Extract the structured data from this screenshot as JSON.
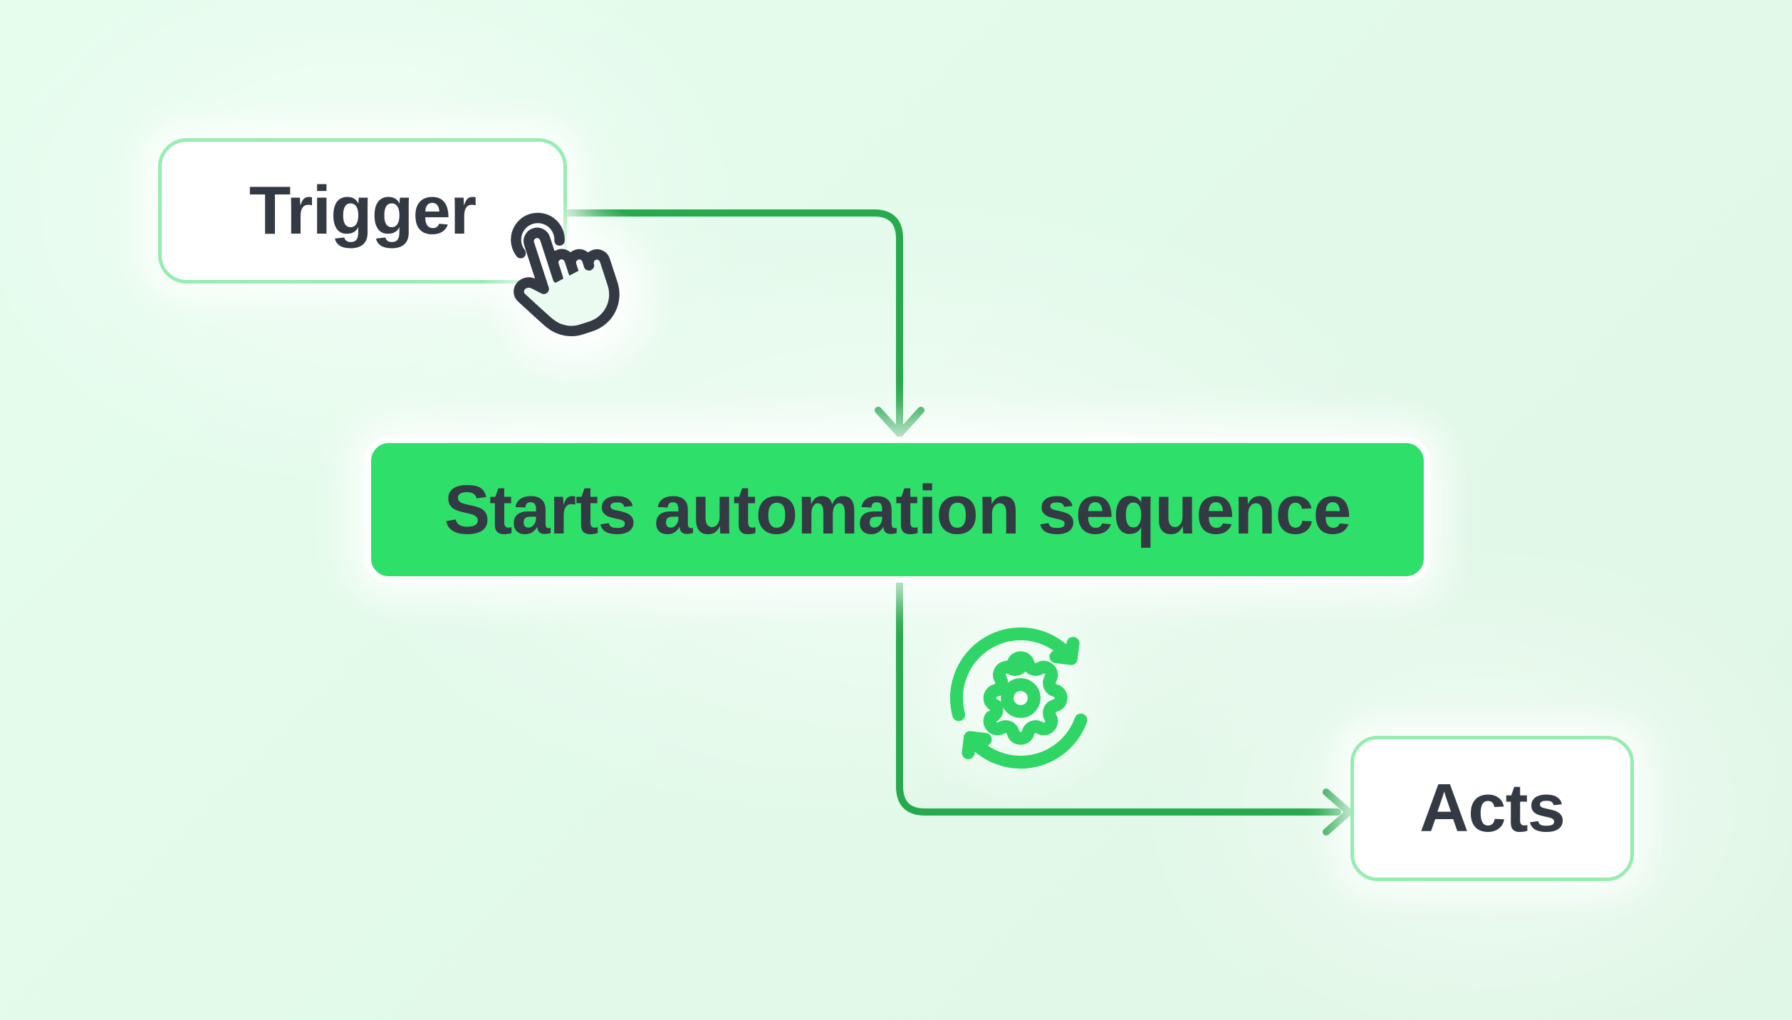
{
  "colors": {
    "bg": "#e2f9e9",
    "ink": "#333a44",
    "node-green": "#2ee069",
    "connector-green": "#27a94e",
    "icon-green": "#2fd666",
    "border-green": "#97edb1",
    "card-bg": "#ffffff"
  },
  "nodes": {
    "trigger": {
      "label": "Trigger"
    },
    "action": {
      "label": "Starts automation sequence"
    },
    "acts": {
      "label": "Acts"
    }
  },
  "edges": [
    {
      "from": "trigger",
      "to": "action"
    },
    {
      "from": "action",
      "to": "acts"
    }
  ],
  "icons": {
    "tap": "tap-click-hand-icon",
    "sync": "automation-gear-sync-icon"
  }
}
